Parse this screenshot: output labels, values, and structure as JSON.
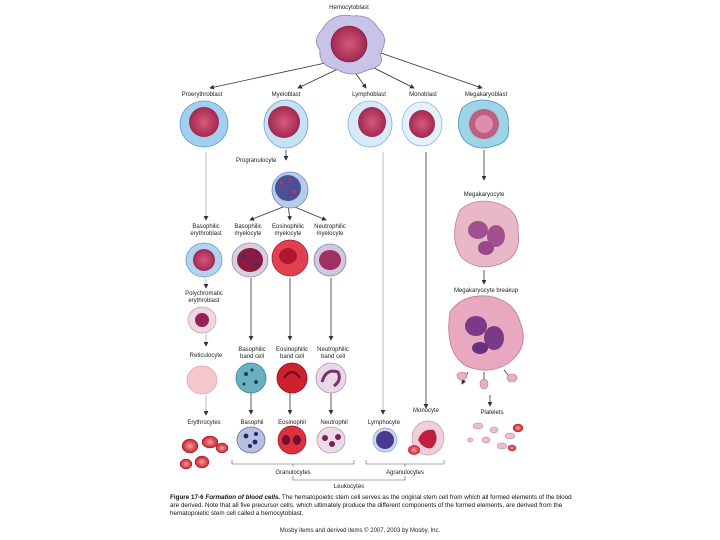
{
  "labels": {
    "hemocytoblast": "Hemocytoblast",
    "proerythroblast": "Proerythroblast",
    "myeloblast": "Myeloblast",
    "lymphoblast": "Lymphoblast",
    "monoblast": "Monoblast",
    "megakaryoblast": "Megakaryoblast",
    "progranulocyte": "Progranulocyte",
    "basophilic_erythroblast": [
      "Basophilic",
      "erythroblast"
    ],
    "basophilic_myelocyte": [
      "Basophilic",
      "myelocyte"
    ],
    "eosinophilic_myelocyte": [
      "Eosinophilic",
      "myelocyte"
    ],
    "neutrophilic_myelocyte": [
      "Neutrophilic",
      "myelocyte"
    ],
    "polychromatic_erythroblast": [
      "Polychromatic",
      "erythroblast"
    ],
    "reticulocyte": "Reticulocyte",
    "basophilic_band": [
      "Basophilic",
      "band cell"
    ],
    "eosinophilic_band": [
      "Eosinophilic",
      "band cell"
    ],
    "neutrophilic_band": [
      "Neutrophilic",
      "band cell"
    ],
    "megakaryocyte": "Megakaryocyte",
    "megakaryocyte_breakup": "Megakaryocyte breakup",
    "erythrocytes": "Erythrocytes",
    "basophil": "Basophil",
    "eosinophil": "Eosinophil",
    "neutrophil": "Neutrophil",
    "lymphocyte": "Lymphocyte",
    "monocyte": "Monocyte",
    "platelets": "Platelets",
    "granulocytes": "Granulocytes",
    "agranulocytes": "Agranulocytes",
    "leukocytes": "Leukocytes"
  },
  "caption": {
    "figure_number": "Figure 17-6",
    "figure_title": "Formation of blood cells.",
    "text": "The hematopoietic stem cell serves as the original stem cell from which all formed elements of the blood are derived. Note that all five precursor cells, which ultimately produce the different components of the formed elements, are derived from the hematopoietic stem cell called a hemocytoblast."
  },
  "copyright": "Mosby items and derived items © 2007, 2003 by Mosby, Inc."
}
